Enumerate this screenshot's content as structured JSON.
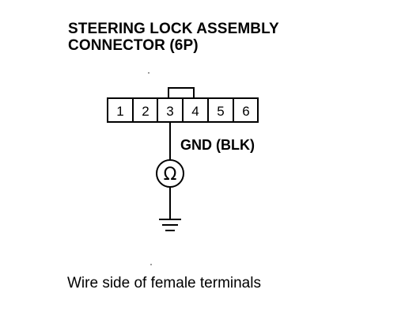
{
  "title": {
    "line1": "STEERING LOCK ASSEMBLY",
    "line2": "CONNECTOR (6P)"
  },
  "connector": {
    "pins": [
      "1",
      "2",
      "3",
      "4",
      "5",
      "6"
    ]
  },
  "ground_label": "GND (BLK)",
  "meter_symbol": "Ω",
  "caption": "Wire side of female terminals"
}
